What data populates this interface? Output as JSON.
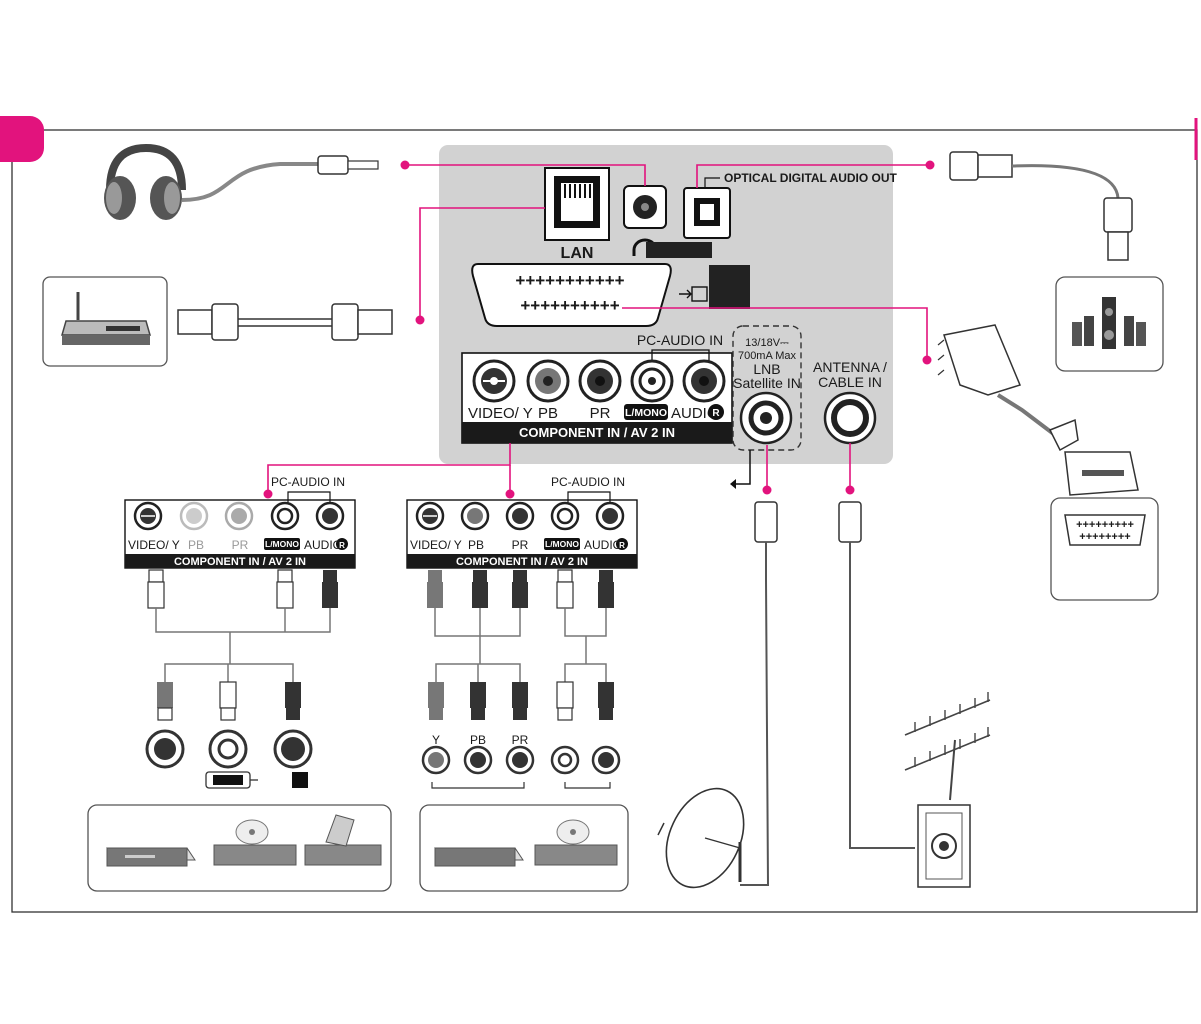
{
  "colors": {
    "accent": "#e2137d",
    "panel": "#d2d2d2",
    "frame": "#333333",
    "label_bar": "#1a1a1a"
  },
  "tv_panel": {
    "lan_label": "LAN",
    "optical_label": "OPTICAL DIGITAL AUDIO OUT",
    "pc_audio_label": "PC-AUDIO IN",
    "component_bar": "COMPONENT IN / AV 2 IN",
    "jack_labels": {
      "video": "VIDEO/ Y",
      "pb": "PB",
      "pr": "PR",
      "lmono": "L/MONO",
      "audio": "AUDIO",
      "r": "R"
    },
    "lnb": {
      "line1": "13/18V⎓",
      "line2": "700mA Max",
      "line3": "LNB",
      "line4": "Satellite IN"
    },
    "antenna": {
      "line1": "ANTENNA /",
      "line2": "CABLE IN"
    }
  },
  "sub_panel_left": {
    "pc_audio_label": "PC-AUDIO IN",
    "bar": "COMPONENT IN / AV 2 IN",
    "jack_labels": {
      "video": "VIDEO/ Y",
      "pb": "PB",
      "pr": "PR",
      "lmono": "L/MONO",
      "audio": "AUDIO",
      "r": "R"
    }
  },
  "sub_panel_right": {
    "pc_audio_label": "PC-AUDIO IN",
    "bar": "COMPONENT IN / AV 2 IN",
    "jack_labels": {
      "video": "VIDEO/ Y",
      "pb": "PB",
      "pr": "PR",
      "lmono": "L/MONO",
      "audio": "AUDIO",
      "r": "R"
    }
  },
  "device_jacks": {
    "y": "Y",
    "pb": "PB",
    "pr": "PR"
  },
  "icons": [
    "headphones-icon",
    "router-icon",
    "speaker-system-icon",
    "scart-cable-icon",
    "satellite-dish-icon",
    "antenna-icon",
    "wall-socket-icon",
    "dvd-player-icon",
    "blu-ray-icon",
    "camcorder-icon"
  ]
}
